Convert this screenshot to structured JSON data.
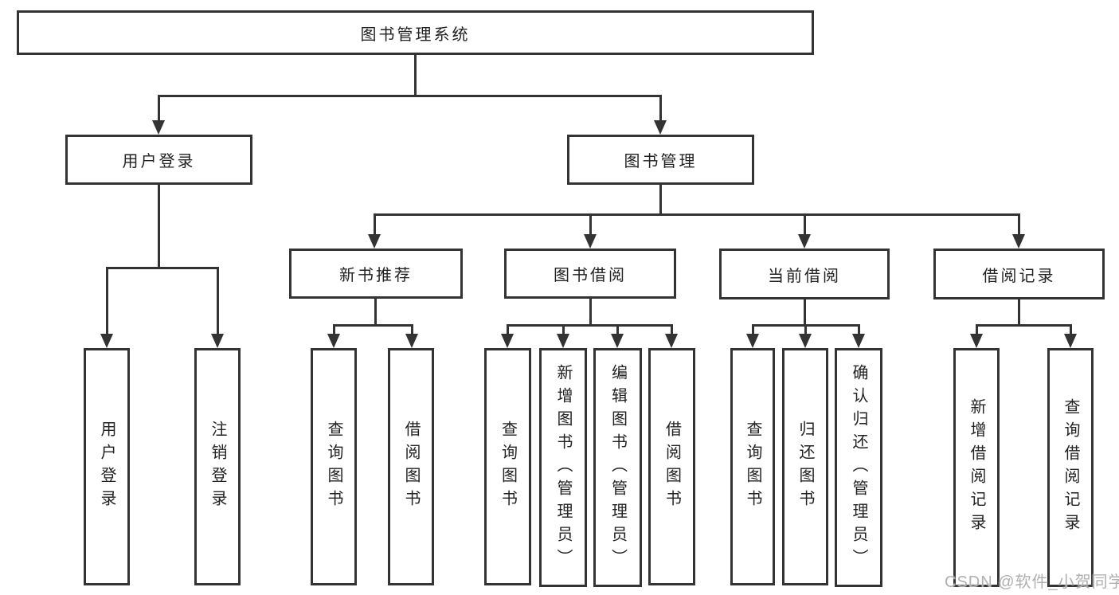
{
  "diagram": {
    "title": "图书管理系统",
    "nodes": {
      "user_login": "用户登录",
      "book_mgmt": "图书管理",
      "new_book_rec": "新书推荐",
      "book_borrow": "图书借阅",
      "current_borrow": "当前借阅",
      "borrow_record": "借阅记录",
      "leaf_user_login": "用户登录",
      "leaf_logout": "注销登录",
      "leaf_rec_query": "查询图书",
      "leaf_rec_borrow": "借阅图书",
      "leaf_bb_query": "查询图书",
      "leaf_bb_add": "新增图书（管理员）",
      "leaf_bb_edit": "编辑图书（管理员）",
      "leaf_bb_borrow": "借阅图书",
      "leaf_cb_query": "查询图书",
      "leaf_cb_return": "归还图书",
      "leaf_cb_confirm": "确认归还（管理员）",
      "leaf_br_add": "新增借阅记录",
      "leaf_br_query": "查询借阅记录"
    }
  },
  "watermark": {
    "text": "CSDN @软件_小贺同学"
  },
  "colors": {
    "line": "#333333",
    "text": "#222222",
    "watermark": "#b0b0b0",
    "background": "#ffffff"
  }
}
